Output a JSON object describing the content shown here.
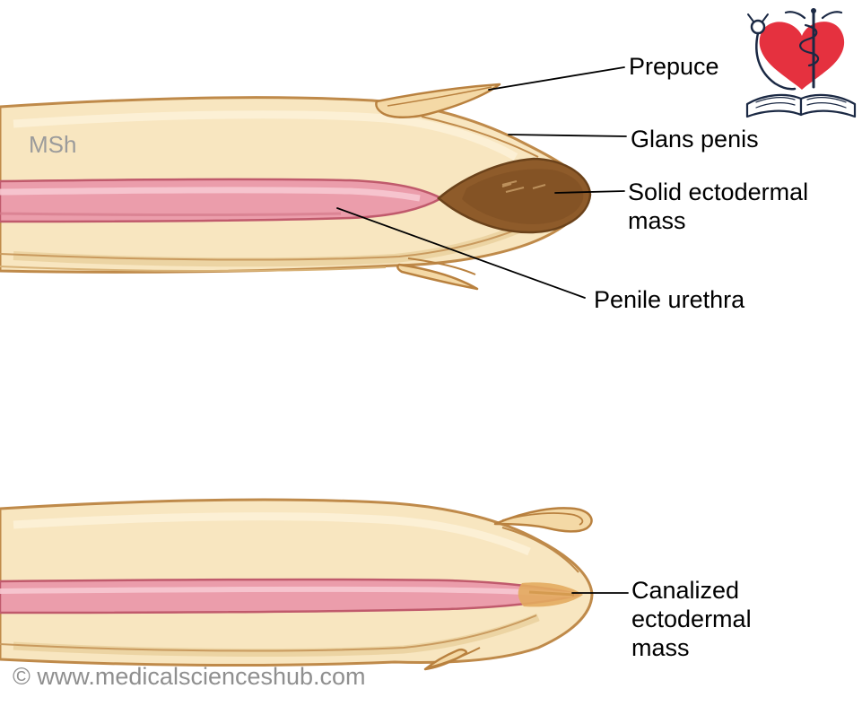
{
  "watermark": {
    "text": "MSh"
  },
  "footer": {
    "copyright": "© www.medicalscienceshub.com"
  },
  "diagram_top": {
    "labels": {
      "prepuce": "Prepuce",
      "glans_penis": "Glans penis",
      "solid_ectodermal_mass": "Solid ectodermal mass",
      "penile_urethra": "Penile urethra"
    }
  },
  "diagram_bottom": {
    "labels": {
      "canalized_ectodermal_mass": "Canalized ectodermal mass"
    }
  },
  "logo": {
    "icons": [
      "heart-icon",
      "caduceus-icon",
      "stethoscope-icon",
      "open-book-icon"
    ]
  },
  "colors": {
    "skin_light": "#f8e6c0",
    "skin_shadow": "#f4d9a6",
    "skin_outline": "#bf8a4a",
    "flap_outline": "#b9813f",
    "urethra_pink": "#eb9dab",
    "urethra_border": "#c05a6c",
    "urethra_highlight": "#f7c9d1",
    "mass_brown": "#8e5b2a",
    "mass_brown_dark": "#7c4c20",
    "canalized_tan": "#e3ab5f",
    "logo_red": "#e5313f",
    "logo_navy": "#1b2944",
    "label_text": "#000000",
    "watermark_gray": "#9b9b9b",
    "copyright_gray": "#8f8f8f"
  }
}
